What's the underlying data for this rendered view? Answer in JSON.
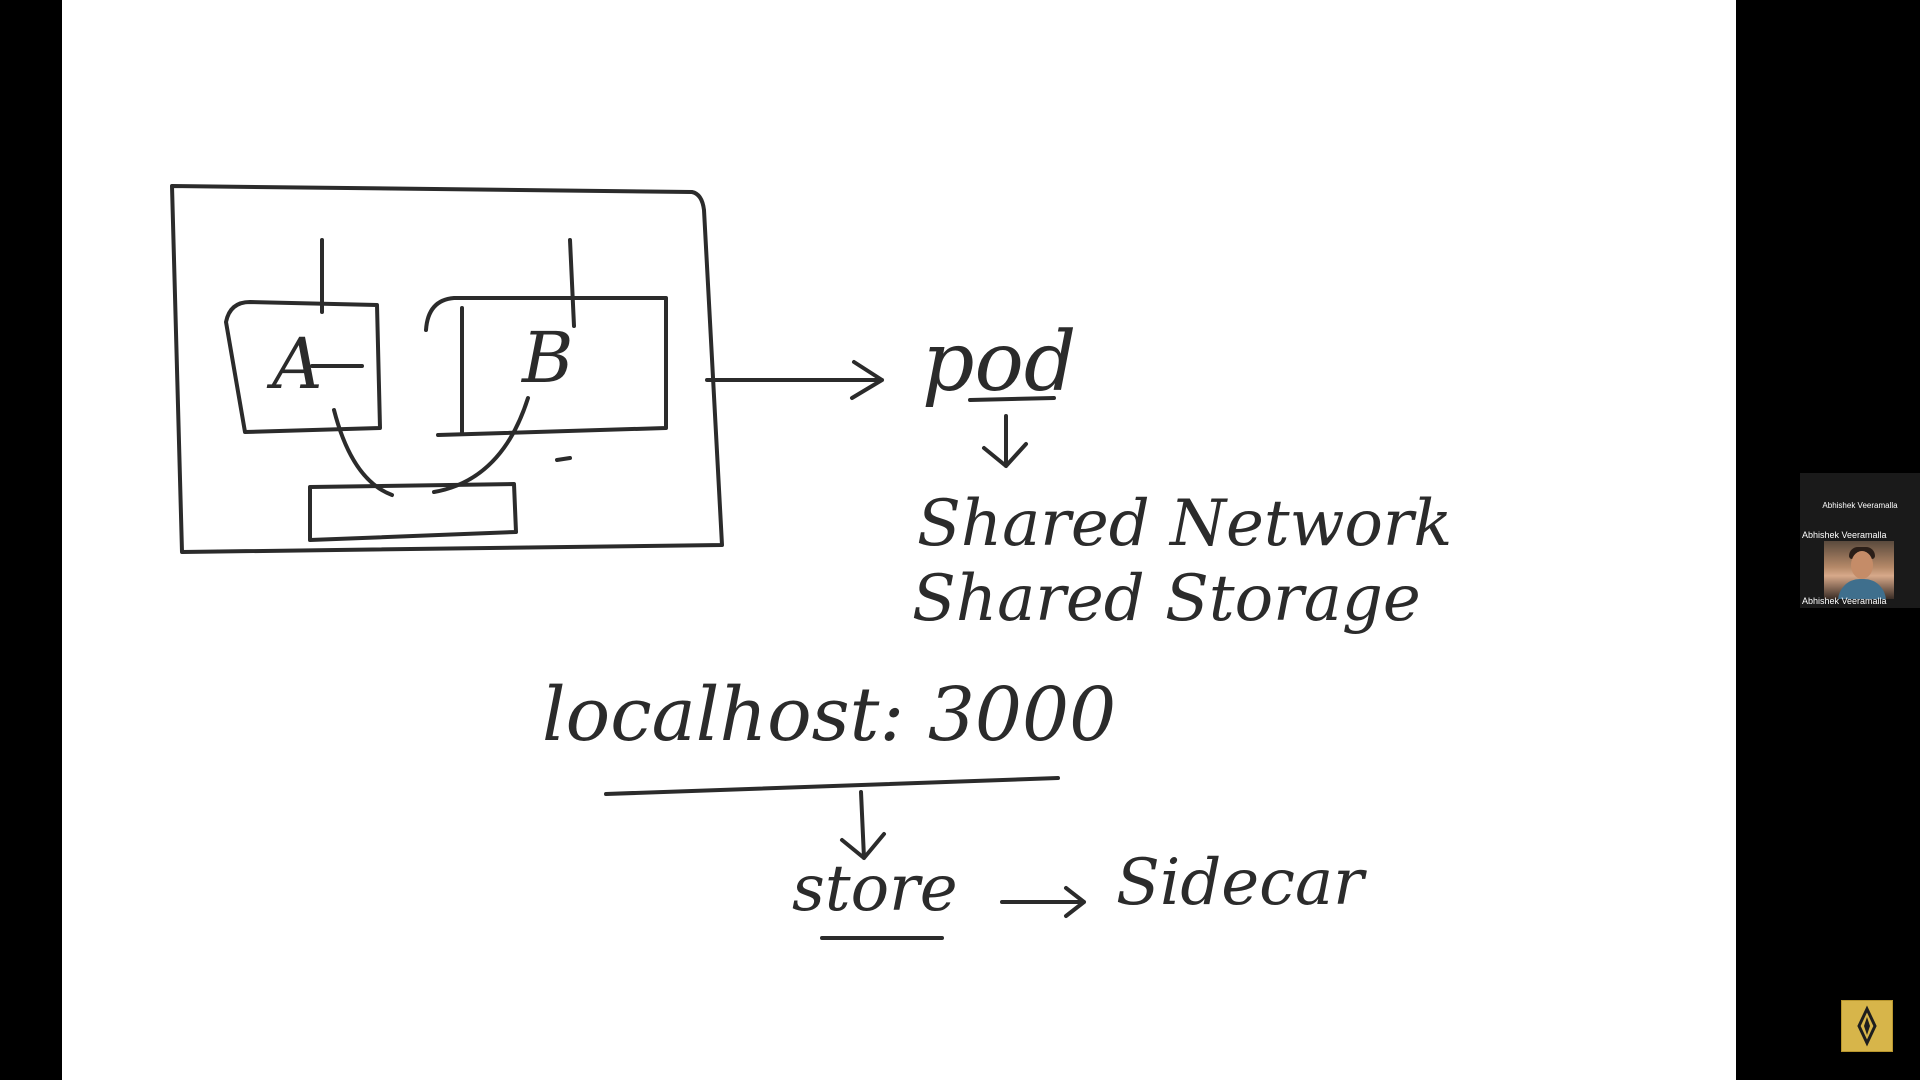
{
  "whiteboard": {
    "label_a": "A",
    "label_b": "B",
    "pod": "pod",
    "shared_network": "Shared Network",
    "shared_storage": "Shared Storage",
    "localhost": "localhost: 3000",
    "store": "store",
    "sidecar": "Sidecar"
  },
  "participant": {
    "name_top": "Abhishek Veeramalla",
    "name_mid": "Abhishek Veeramalla",
    "name_bottom": "Abhishek Veeramalla"
  },
  "colors": {
    "ink": "#2b2b2b",
    "canvas": "#ffffff",
    "frame": "#000000",
    "logo": "#d7b54a"
  }
}
